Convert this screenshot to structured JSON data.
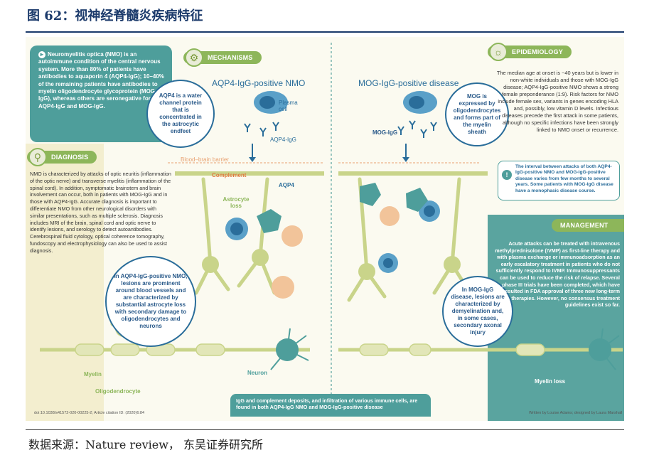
{
  "figure_title": "图 62：视神经脊髓炎疾病特征",
  "source": "数据来源：Nature review，  东吴证券研究所",
  "intro": "Neuromyelitis optica (NMO) is an autoimmune condition of the central nervous system. More than 80% of patients have antibodies to aquaporin 4 (AQP4-IgG); 10–40% of the remaining patients have antibodies to myelin oligodendrocyte glycoprotein (MOG-IgG), whereas others are seronegative for both AQP4-IgG and MOG-IgG.",
  "sections": {
    "mechanisms": "MECHANISMS",
    "diagnosis": "DIAGNOSIS",
    "epidemiology": "EPIDEMIOLOGY",
    "management": "MANAGEMENT"
  },
  "diagnosis_text": "NMO is characterized by attacks of optic neuritis (inflammation of the optic nerve) and transverse myelitis (inflammation of the spinal cord). In addition, symptomatic brainstem and brain involvement can occur, both in patients with MOG-IgG and in those with AQP4-IgG. Accurate diagnosis is important to differentiate NMO from other neurological disorders with similar presentations, such as multiple sclerosis. Diagnosis includes MRI of the brain, spinal cord and optic nerve to identify lesions, and serology to detect autoantibodies. Cerebrospinal fluid cytology, optical coherence tomography, fundoscopy and electrophysiology can also be used to assist diagnosis.",
  "aqp4_title": "AQP4-IgG-positive NMO",
  "mog_title": "MOG-IgG-positive disease",
  "aqp4_bubble": "AQP4 is a water channel protein that is concentrated in the astrocytic endfeet",
  "mog_bubble": "MOG is expressed by oligodendrocytes and forms part of the myelin sheath",
  "aqp4_lesion": "In AQP4-IgG-positive NMO, lesions are prominent around blood vessels and are characterized by substantial astrocyte loss with secondary damage to oligodendrocytes and neurons",
  "mog_lesion": "In MOG-IgG disease, lesions are characterized by demyelination and, in some cases, secondary axonal injury",
  "labels": {
    "plasma_cell": "Plasma cell",
    "aqp4_igg": "AQP4-IgG",
    "mog_igg": "MOG-IgG",
    "bbb": "Blood–brain barrier",
    "complement": "Complement",
    "aqp4": "AQP4",
    "astrocyte_loss": "Astrocyte loss",
    "myelin": "Myelin",
    "oligodendrocyte": "Oligodendrocyte",
    "neuron": "Neuron",
    "myelin_loss": "Myelin loss"
  },
  "epidemiology_text": "The median age at onset is ~40 years but is lower in non-white individuals and those with MOG-IgG disease; AQP4-IgG-positive NMO shows a strong female preponderance (1:9). Risk factors for NMO include female sex, variants in genes encoding HLA and, possibly, low vitamin D levels. Infectious diseases precede the first attack in some patients, although no specific infections have been strongly linked to NMO onset or recurrence.",
  "interval_note": "The interval between attacks of both AQP4-IgG-positive NMO and MOG-IgG-positive disease varies from few months to several years. Some patients with MOG-IgG disease have a monophasic disease course.",
  "management_text": "Acute attacks can be treated with intravenous methylprednisolone (IVMP) as first-line therapy and with plasma exchange or immunoadsorption as an early escalatory treatment in patients who do not sufficiently respond to IVMP. Immunosuppressants can be used to reduce the risk of relapse. Several phase III trials have been completed, which have resulted in FDA approval of three new long-term therapies. However, no consensus treatment guidelines exist so far.",
  "bottom_note": "IgG and complement deposits, and infiltration of various immune cells, are found in both AQP4-IgG NMO and MOG-IgG-positive disease",
  "doi": "doi:10.1038/s41572-020-00225-2; Article citation ID:        (2020)6:84",
  "credit": "Written by Louise Adams; designed by Laura Marshall",
  "colors": {
    "teal": "#4e9e9b",
    "green": "#8db65a",
    "blue": "#2a6d9a",
    "cell": "#c9d48a"
  }
}
